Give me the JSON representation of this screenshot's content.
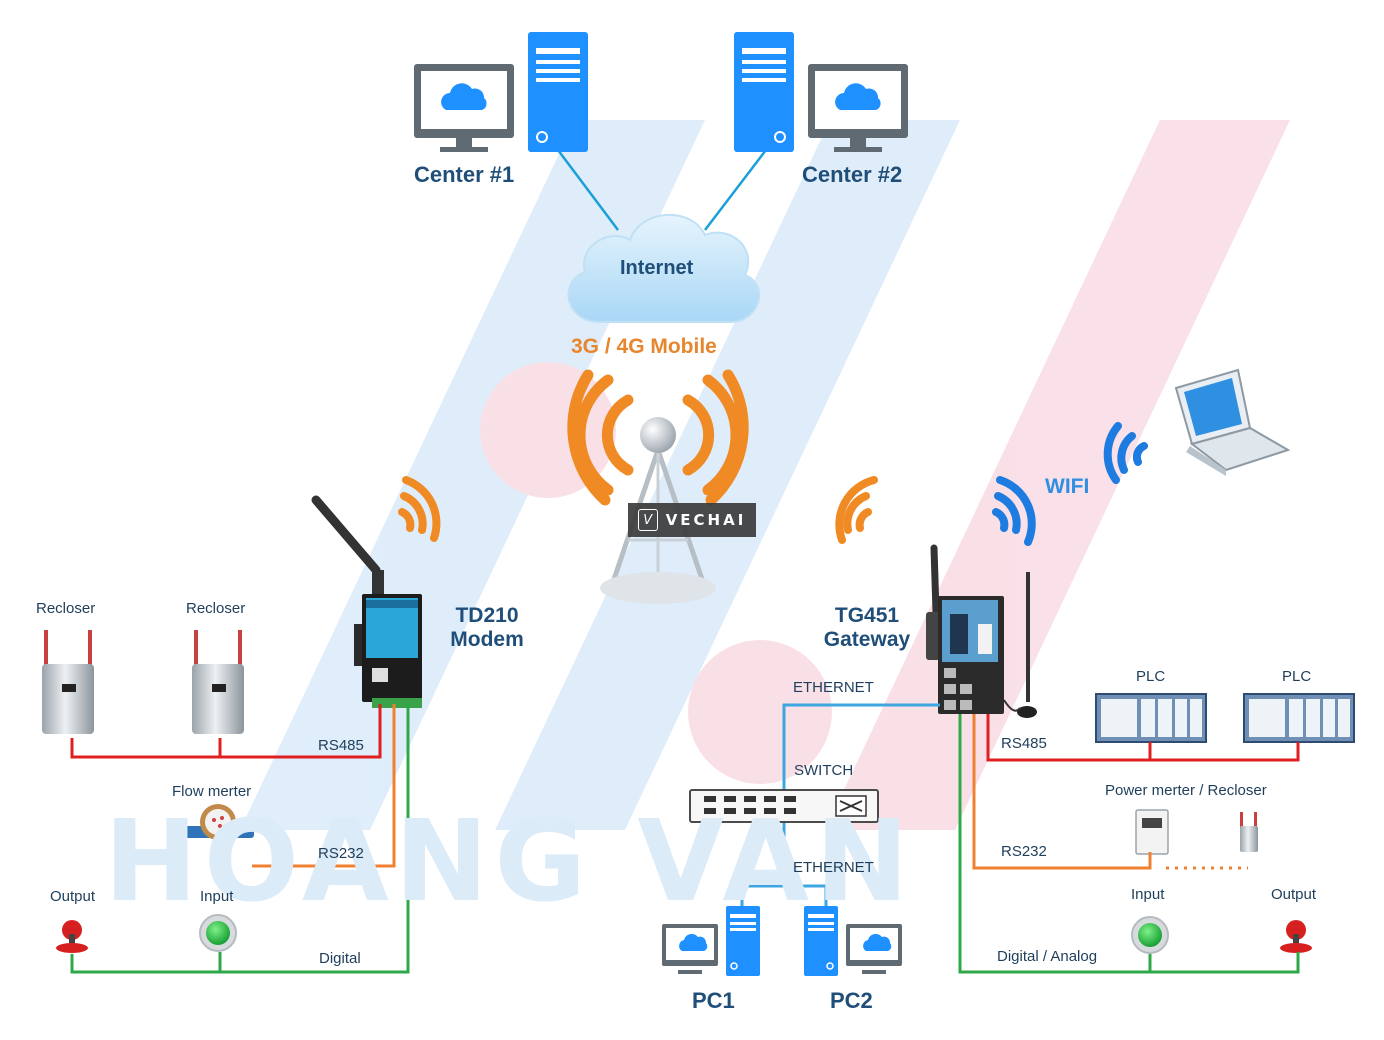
{
  "watermark": {
    "text": "HOANG VAN"
  },
  "brand": {
    "mark": "V",
    "name": "VECHAI"
  },
  "nodes": {
    "center1": "Center #1",
    "center2": "Center #2",
    "internet": "Internet",
    "mobile": "3G / 4G Mobile",
    "td210_line1": "TD210",
    "td210_line2": "Modem",
    "tg451_line1": "TG451",
    "tg451_line2": "Gateway",
    "wifi": "WIFI",
    "pc1": "PC1",
    "pc2": "PC2"
  },
  "left": {
    "recloser1": "Recloser",
    "recloser2": "Recloser",
    "flow": "Flow merter",
    "output": "Output",
    "input": "Input",
    "rs485": "RS485",
    "rs232": "RS232",
    "digital": "Digital"
  },
  "middle": {
    "ethernet_top": "ETHERNET",
    "switch": "SWITCH",
    "ethernet_bottom": "ETHERNET"
  },
  "right": {
    "plc1": "PLC",
    "plc2": "PLC",
    "rs485": "RS485",
    "power": "Power merter / Recloser",
    "rs232": "RS232",
    "input": "Input",
    "output": "Output",
    "digital": "Digital / Analog"
  },
  "colors": {
    "link_blue": "#1aa0d8",
    "rs485": "#e02020",
    "rs232": "#f08030",
    "digital": "#2fa84a",
    "ethernet": "#3da6e0",
    "server": "#1e90ff",
    "orange_wave": "#f08a24",
    "blue_wave": "#1e7be0"
  }
}
